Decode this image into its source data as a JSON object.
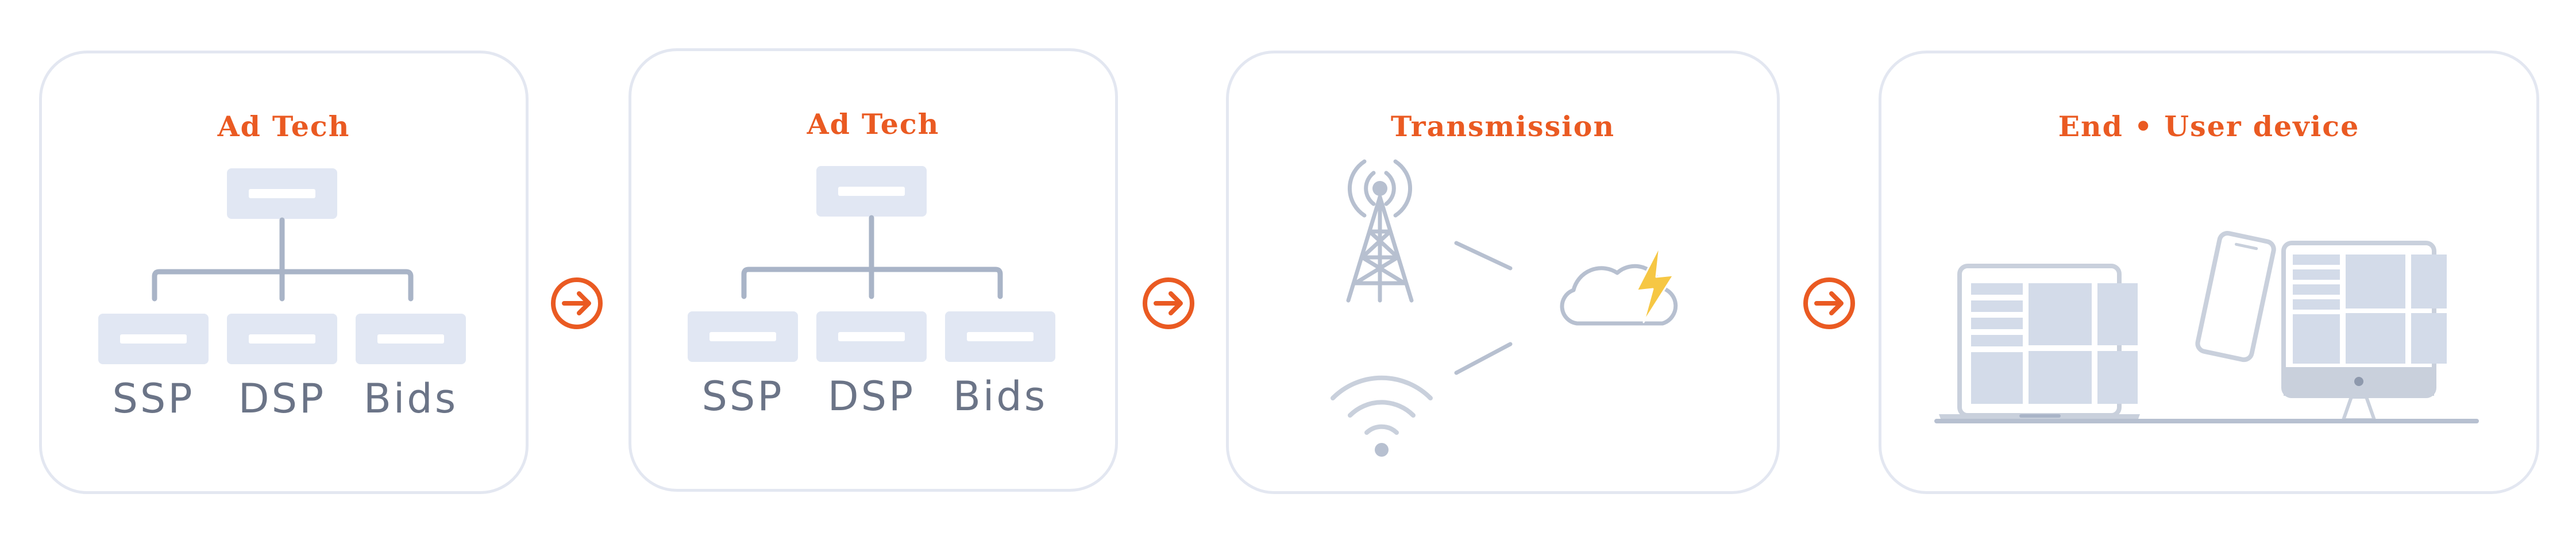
{
  "stages": [
    {
      "title": "Ad Tech",
      "labels": [
        "SSP",
        "DSP",
        "Bids"
      ]
    },
    {
      "title": "Ad Tech",
      "labels": [
        "SSP",
        "DSP",
        "Bids"
      ]
    },
    {
      "title": "Transmission"
    },
    {
      "title": "End • User device"
    }
  ],
  "colors": {
    "accent": "#ea5a22",
    "card_border": "#e3e7f1",
    "box_fill": "#e1e7f3",
    "line": "#a9b4c7",
    "label": "#6b7487",
    "bolt": "#f6c744"
  },
  "icons": {
    "connector": "arrow-right-circle-icon",
    "stage3": [
      "cell-tower-icon",
      "wifi-icon",
      "cloud-bolt-icon"
    ],
    "stage4": [
      "laptop-icon",
      "phone-icon",
      "desktop-monitor-icon"
    ]
  }
}
